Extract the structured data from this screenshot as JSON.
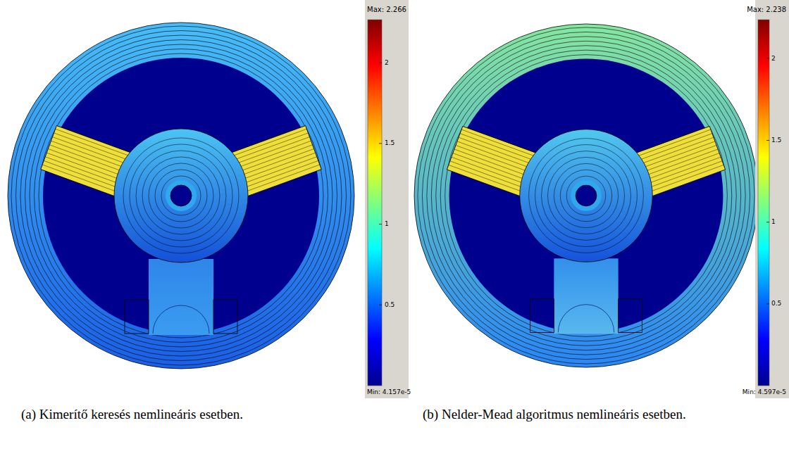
{
  "diagram": {
    "labels": [
      "Max: 2.266",
      "2",
      "1.5",
      "1",
      "0.5",
      "Min: 4.157e-5",
      "(a) Kimerítő keresés nemlineáris esetben.",
      "Max: 2.238",
      "2",
      "1.5",
      "1",
      "0.5",
      "Min: 4.597e-5",
      "(b) Nelder-Mead algoritmus nemlineáris esetben."
    ]
  }
}
